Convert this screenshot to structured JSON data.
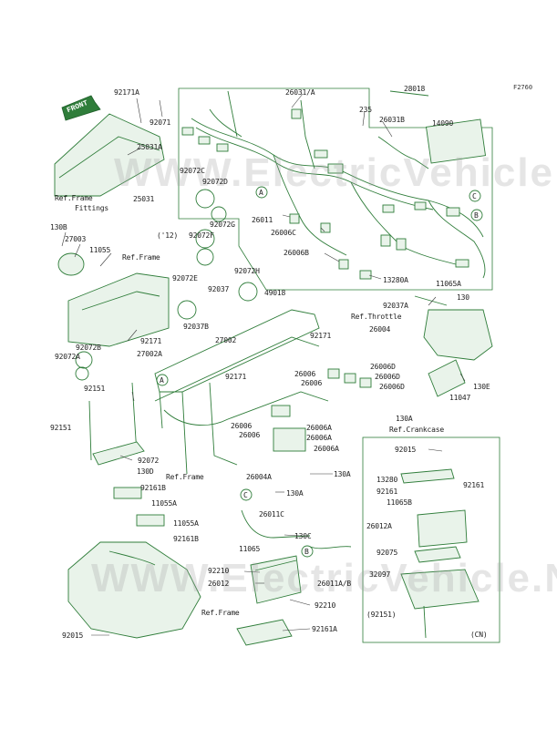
{
  "figure_id": "F2760",
  "watermark": "WWW.ElectricVehicle.NET",
  "front_tag": "FRONT",
  "region_codes": {
    "cn": "(CN)",
    "note_12": "('12)"
  },
  "callouts": {
    "a1": "A",
    "a2": "A",
    "b1": "B",
    "b2": "B",
    "c1": "C",
    "c2": "C"
  },
  "labels": {
    "p92171A": "92171A",
    "p92071": "92071",
    "p25031A": "25031A",
    "ref_frame_fittings_1": "Ref.Frame",
    "ref_frame_fittings_2": "Fittings",
    "p25031": "25031",
    "p130B": "130B",
    "p27003": "27003",
    "p11055": "11055",
    "ref_frame_1": "Ref.Frame",
    "p92072B": "92072B",
    "p92072A": "92072A",
    "p92171_l": "92171",
    "p27002A": "27002A",
    "p92151_a": "92151",
    "p92151_b": "92151",
    "p92072": "92072",
    "p130D": "130D",
    "ref_frame_2": "Ref.Frame",
    "p92161B_a": "92161B",
    "p11055A_a": "11055A",
    "p11055A_b": "11055A",
    "p92161B_b": "92161B",
    "p92015_l": "92015",
    "p92072C": "92072C",
    "p92072D": "92072D",
    "p92072G": "92072G",
    "p92072F": "92072F",
    "p92072E": "92072E",
    "p92037": "92037",
    "p92072H": "92072H",
    "p92037B": "92037B",
    "p27002": "27002",
    "p49018": "49018",
    "p26031A": "26031/A",
    "p28018": "28018",
    "p235": "235",
    "p26031B": "26031B",
    "p14090": "14090",
    "p26011": "26011",
    "p26006C": "26006C",
    "p26006B": "26006B",
    "p13280A": "13280A",
    "p11065A": "11065A",
    "p130_r": "130",
    "p92037A": "92037A",
    "ref_throttle": "Ref.Throttle",
    "p26004": "26004",
    "p92171_m": "92171",
    "p92171_c": "92171",
    "p26006_a": "26006",
    "p26006_b": "26006",
    "p26006D_a": "26006D",
    "p26006D_b": "26006D",
    "p26006D_c": "26006D",
    "p130E": "130E",
    "p11047": "11047",
    "p130A_a": "130A",
    "ref_crankcase": "Ref.Crankcase",
    "p26006_c": "26006",
    "p26006A_a": "26006A",
    "p26006_d": "26006",
    "p26006A_b": "26006A",
    "p26006A_c": "26006A",
    "p26004A": "26004A",
    "p130A_b": "130A",
    "p130A_c": "130A",
    "p26011C": "26011C",
    "p11065": "11065",
    "p130C": "130C",
    "p92210_a": "92210",
    "p26012": "26012",
    "p26011AB": "26011A/B",
    "p92210_b": "92210",
    "ref_frame_3": "Ref.Frame",
    "p92161A": "92161A",
    "p92015_r": "92015",
    "p13280": "13280",
    "p92161_a": "92161",
    "p92161_b": "92161",
    "p11065B": "11065B",
    "p26012A": "26012A",
    "p92075": "92075",
    "p32097": "32097",
    "p92151_r": "(92151)"
  },
  "colors": {
    "line": "#2f7d3a",
    "leader": "#3a3a3a",
    "text": "#222222"
  }
}
